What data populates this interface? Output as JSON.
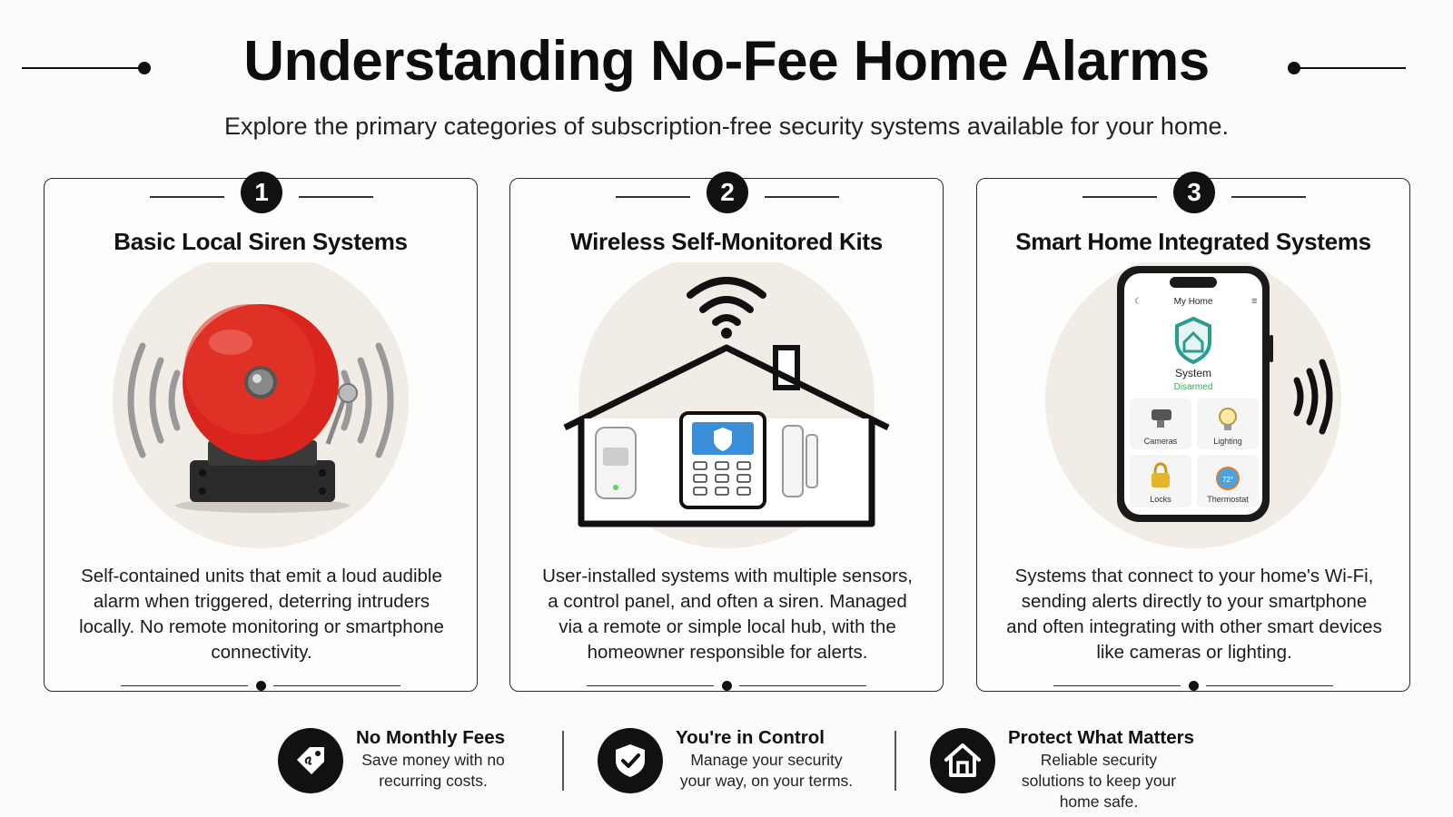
{
  "header": {
    "title": "Understanding No-Fee Home Alarms",
    "subtitle": "Explore the primary categories of subscription-free security systems available for your home."
  },
  "cards": [
    {
      "number": "1",
      "title": "Basic Local Siren Systems",
      "description": "Self-contained units that emit a loud audible alarm when triggered, deterring intruders locally. No remote monitoring or smartphone connectivity.",
      "illustration": "alarm-bell-icon"
    },
    {
      "number": "2",
      "title": "Wireless Self-Monitored Kits",
      "description": "User-installed systems with multiple sensors, a control panel, and often a siren. Managed via a remote or simple local hub, with the homeowner responsible for alerts.",
      "illustration": "house-with-wifi-icon"
    },
    {
      "number": "3",
      "title": "Smart Home Integrated Systems",
      "description": "Systems that connect to your home's Wi-Fi, sending alerts directly to your smartphone and often integrating with other smart devices like cameras or lighting.",
      "illustration": "smartphone-app-icon",
      "phone": {
        "header": "My Home",
        "status_label": "System",
        "status_value": "Disarmed",
        "tiles": [
          "Cameras",
          "Lighting",
          "Locks",
          "Thermostat"
        ],
        "thermostat_value": "72°"
      }
    }
  ],
  "features": [
    {
      "title": "No Monthly Fees",
      "description": "Save money with no recurring costs.",
      "icon": "price-tag-icon"
    },
    {
      "title": "You're in Control",
      "description": "Manage your security your way, on your terms.",
      "icon": "shield-check-icon"
    },
    {
      "title": "Protect What Matters",
      "description": "Reliable security solutions to keep your home safe.",
      "icon": "house-icon"
    }
  ],
  "colors": {
    "accent_red": "#d9251d",
    "phone_teal": "#2a9d8f",
    "disarmed_green": "#3aa655",
    "panel_blue": "#3b8fd9",
    "ink": "#111111"
  }
}
